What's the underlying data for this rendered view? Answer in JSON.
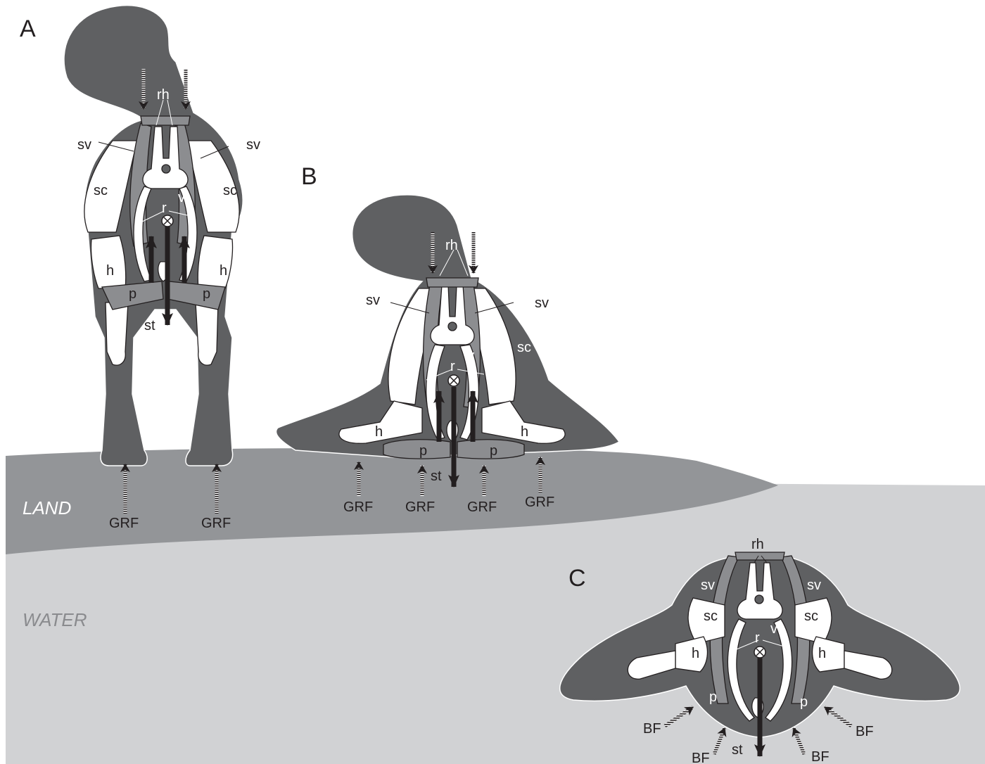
{
  "figure": {
    "panels": {
      "a": "A",
      "b": "B",
      "c": "C"
    },
    "environments": {
      "land": "LAND",
      "water": "WATER"
    },
    "labels": {
      "rh": "rh",
      "sv": "sv",
      "sc": "sc",
      "v": "v",
      "r": "r",
      "h": "h",
      "p": "p",
      "st": "st",
      "grf": "GRF",
      "bf": "BF"
    },
    "colors": {
      "body": "#5f6062",
      "water": "#d1d2d4",
      "land": "#939598",
      "bone": "#ffffff",
      "muscle": "#8c8d90",
      "line": "#231f20"
    }
  }
}
